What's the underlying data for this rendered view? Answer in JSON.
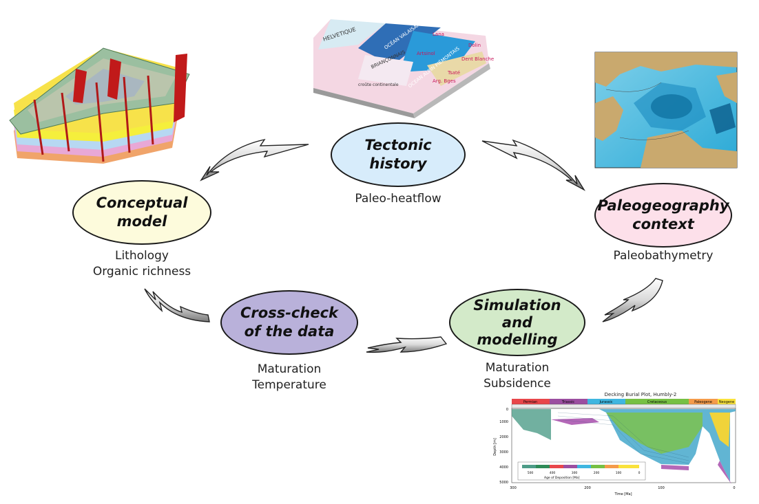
{
  "nodes": {
    "tectonic": {
      "label": "Tectonic\nhistory",
      "caption": "Paleo-heatflow",
      "color": "#d7ecfb"
    },
    "conceptual": {
      "label": "Conceptual\nmodel",
      "caption": "Lithology\nOrganic richness",
      "color": "#fdfbdc"
    },
    "paleogeography": {
      "label": "Paleogeography\ncontext",
      "caption": "Paleobathymetry",
      "color": "#fde0ea"
    },
    "crosscheck": {
      "label": "Cross-check\nof the data",
      "caption": "Maturation\nTemperature",
      "color": "#b9b1da"
    },
    "simulation": {
      "label": "Simulation\nand\nmodelling",
      "caption": "Maturation\nSubsidence",
      "color": "#d3eac9"
    }
  },
  "figures": {
    "tectonic_map": {
      "labels": [
        "HELVETIQUE",
        "OCÉAN VALAISAN",
        "BRIANÇONNAIS",
        "OCEAN ALPIN PIÉMONTAIS",
        "Dent Blanche",
        "Lana",
        "Artsinol",
        "Dolin",
        "Tsaté",
        "Arg. Bges",
        "croûte continentale"
      ]
    },
    "burial_plot": {
      "title": "Decking Burial Plot, Humbly-2",
      "periods": [
        "Permian",
        "Triassic",
        "Jurassic",
        "Cretaceous",
        "Paleogene",
        "Neogene"
      ],
      "ylabel": "Depth [m]",
      "xlabel": "Time [Ma]",
      "y_ticks": [
        "0",
        "1000",
        "2000",
        "3000",
        "4000",
        "5000"
      ],
      "x_ticks": [
        "300",
        "200",
        "100",
        "0"
      ],
      "legend_title": "Age of Deposition [Ma]",
      "legend_ticks": [
        "500",
        "400",
        "300",
        "200",
        "100",
        "0"
      ]
    }
  }
}
